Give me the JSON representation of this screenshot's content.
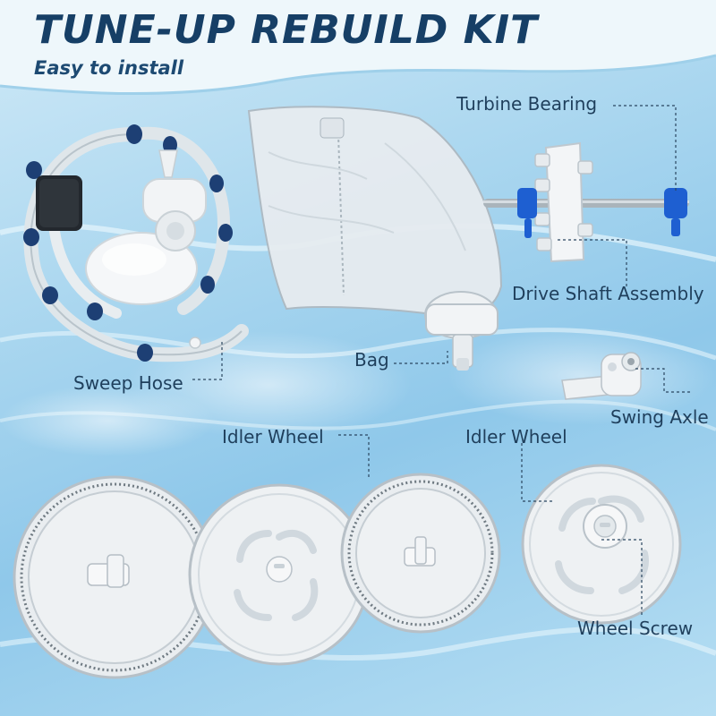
{
  "header": {
    "title": "TUNE-UP REBUILD KIT",
    "subtitle": "Easy to install"
  },
  "labels": {
    "turbine_bearing": "Turbine Bearing",
    "drive_shaft_assembly": "Drive Shaft Assembly",
    "sweep_hose": "Sweep Hose",
    "bag": "Bag",
    "swing_axle": "Swing Axle",
    "idler_wheel_left": "Idler Wheel",
    "idler_wheel_right": "Idler Wheel",
    "wheel_screw": "Wheel Screw"
  },
  "colors": {
    "title": "#163f66",
    "label": "#1f3f5c",
    "accent_blue": "#1e5fd1",
    "part_white": "#f2f4f6",
    "hose_ring_navy": "#1d3f74"
  }
}
